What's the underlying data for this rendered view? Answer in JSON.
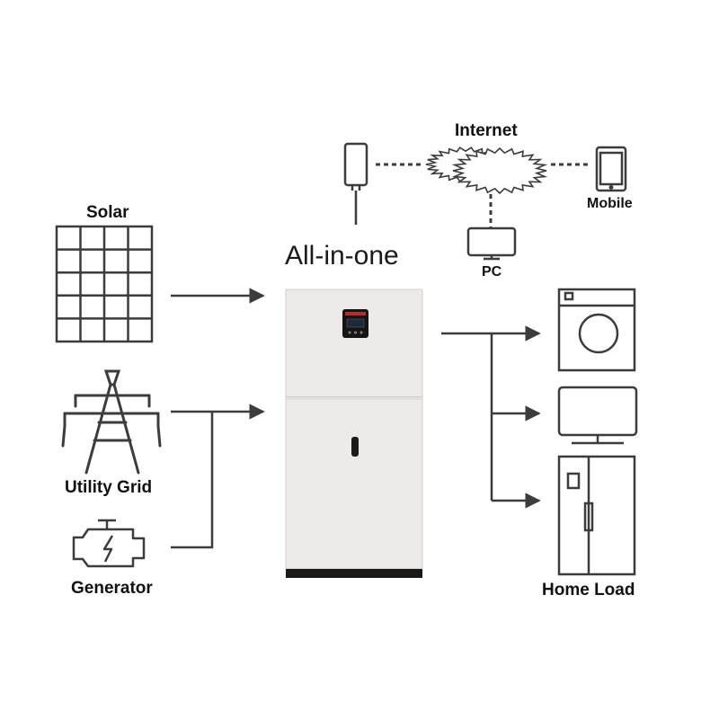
{
  "labels": {
    "solar": "Solar",
    "utility_grid": "Utility Grid",
    "generator": "Generator",
    "all_in_one": "All-in-one",
    "internet": "Internet",
    "mobile": "Mobile",
    "pc": "PC",
    "home_load": "Home Load"
  },
  "colors": {
    "line": "#3c3c3c",
    "cabinet": "#efeaea",
    "cabinet_edge": "#d4cfcf",
    "base": "#1a1a1a"
  }
}
